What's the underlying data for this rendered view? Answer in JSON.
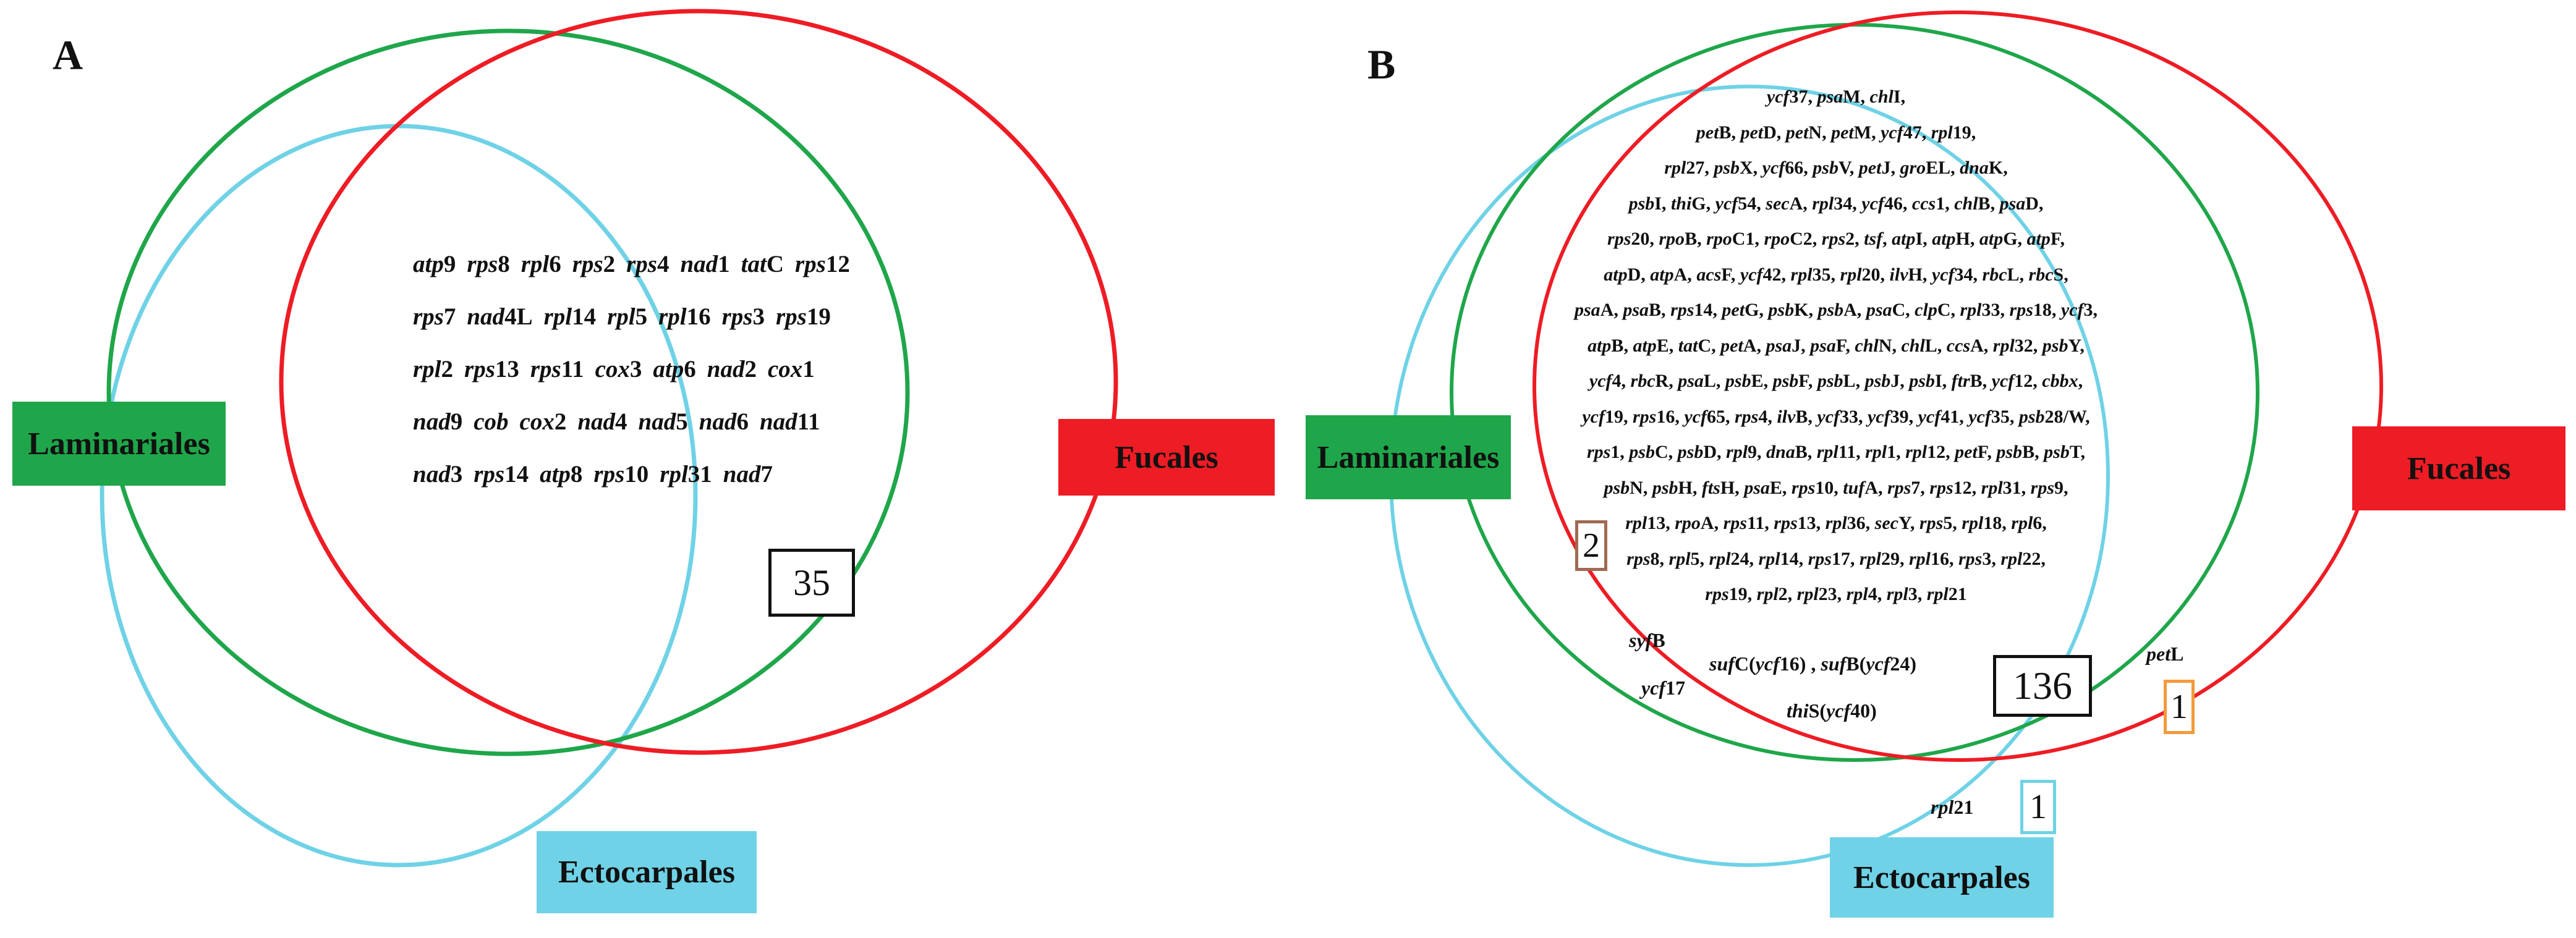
{
  "colors": {
    "laminariales": "#1fa64a",
    "fucales": "#ee1c24",
    "ectocarpales": "#6fd2e6",
    "box_brown": "#a06a52",
    "box_orange": "#f39a3c",
    "box_cyan": "#6fd2e6"
  },
  "panel_a": {
    "letter": "A",
    "labels": {
      "laminariales": "Laminariales",
      "fucales": "Fucales",
      "ectocarpales": "Ectocarpales"
    },
    "genes": [
      [
        "*atp*9",
        "*rps*8",
        "*rpl*6",
        "*rps*2",
        "*rps*4",
        "*nad*1",
        "*tat*C",
        "*rps*12"
      ],
      [
        "*rps*7",
        "*nad*4L",
        "*rpl*14",
        "*rpl*5",
        "*rpl*16",
        "*rps*3",
        "*rps*19"
      ],
      [
        "*rpl*2",
        "*rps*13",
        "*rps*11",
        "*cox*3",
        "*atp*6",
        "*nad*2",
        "*cox*1"
      ],
      [
        "*nad*9",
        "*cob*",
        "*cox*2",
        "*nad*4",
        "*nad*5",
        "*nad*6",
        "*nad*11"
      ],
      [
        "*nad*3",
        "*rps*14",
        "*atp*8",
        "*rps*10",
        "*rpl*31",
        "*nad*7"
      ]
    ],
    "count_all": "35"
  },
  "panel_b": {
    "letter": "B",
    "labels": {
      "laminariales": "Laminariales",
      "fucales": "Fucales",
      "ectocarpales": "Ectocarpales"
    },
    "genes": [
      "*ycf*37, *psa*M, *chl*I,",
      "*pet*B, *pet*D, *pet*N, *pet*M, *ycf*47, *rpl*19,",
      "*rpl*27, *psb*X, *ycf*66, *psb*V, *pet*J, *gro*EL, *dna*K,",
      "*psb*I, *thi*G, *ycf*54, *sec*A, *rpl*34, *ycf*46, *ccs*1, *chl*B, *psa*D,",
      "*rps*20, *rpo*B, *rpo*C1, *rpo*C2, *rps*2, *tsf*, *atp*I, *atp*H, *atp*G, *atp*F,",
      "*atp*D, *atp*A, *acs*F, *ycf*42, *rpl*35, *rpl*20, *ilv*H, *ycf*34, *rbc*L, *rbc*S,",
      "*psa*A, *psa*B, *rps*14, *pet*G, *psb*K, *psb*A, *psa*C, *clp*C, *rpl*33, *rps*18, *ycf*3,",
      "*atp*B, *atp*E, *tat*C, *pet*A, *psa*J, *psa*F, *chl*N, *chl*L, *ccs*A, *rpl*32, *psb*Y,",
      "*ycf*4, *rbc*R, *psa*L, *psb*E, *psb*F, *psb*L, *psb*J, *psb*I, *ftr*B, *ycf*12, *cbbx*,",
      "*ycf*19, *rps*16, *ycf*65, *rps*4, *ilv*B, *ycf*33, *ycf*39, *ycf*41, *ycf*35, *psb*28/W,",
      "*rps*1, *psb*C, *psb*D, *rpl*9, *dna*B, *rpl*11, *rpl*1, *rpl*12, *pet*F, *psb*B, *psb*T,",
      "*psb*N, *psb*H, *fts*H, *psa*E, *rps*10, *tuf*A, *rps*7, *rps*12, *rpl*31, *rps*9,",
      "*rpl*13, *rpo*A, *rps*11, *rps*13, *rpl*36, *sec*Y, *rps*5, *rpl*18, *rpl*6,",
      "*rps*8, *rpl*5, *rpl*24, *rpl*14, *rps*17, *rpl*29, *rpl*16, *rps*3, *rpl*22,",
      "*rps*19, *rpl*2, *rpl*23, *rpl*4, *rpl*3, *rpl*21"
    ],
    "lam_ecto_genes": [
      "*syf*B",
      "*ycf*17"
    ],
    "lam_ecto_center_genes": [
      "*suf*C(*ycf*16) , *suf*B(*ycf*24)",
      "*thi*S(*ycf*40)"
    ],
    "fuc_ecto_gene": "*pet*L",
    "ecto_only_gene": "*rpl*21",
    "count_all": "136",
    "count_lam_ecto": "2",
    "count_fuc_ecto": "1",
    "count_ecto_only": "1"
  }
}
